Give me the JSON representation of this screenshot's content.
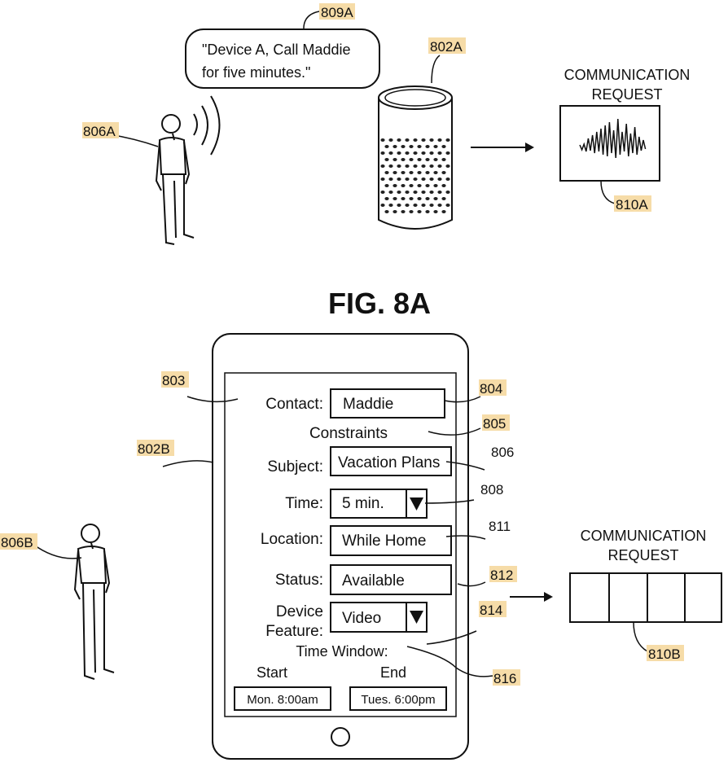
{
  "fig_8a": {
    "caption": "FIG. 8A",
    "speech": {
      "line1": "\"Device A, Call Maddie",
      "line2": "for five minutes.\""
    },
    "request": {
      "line1": "COMMUNICATION",
      "line2": "REQUEST"
    },
    "refs": {
      "speech": "809A",
      "device": "802A",
      "person": "806A",
      "request": "810A"
    }
  },
  "fig_8b": {
    "form": {
      "contact_label": "Contact:",
      "contact_value": "Maddie",
      "constraints_heading": "Constraints",
      "subject_label": "Subject:",
      "subject_value": "Vacation Plans",
      "time_label": "Time:",
      "time_value": "5 min.",
      "location_label": "Location:",
      "location_value": "While Home",
      "status_label": "Status:",
      "status_value": "Available",
      "device_feature_label_1": "Device",
      "device_feature_label_2": "Feature:",
      "device_feature_value": "Video",
      "time_window_label": "Time Window:",
      "start_label": "Start",
      "end_label": "End",
      "start_value": "Mon. 8:00am",
      "end_value": "Tues. 6:00pm"
    },
    "request": {
      "line1": "COMMUNICATION",
      "line2": "REQUEST"
    },
    "refs": {
      "form": "803",
      "contact": "804",
      "constraints": "805",
      "device": "802B",
      "subject": "806",
      "time": "808",
      "location": "811",
      "status": "812",
      "device_feature": "814",
      "person": "806B",
      "time_window": "816",
      "request": "810B"
    }
  }
}
